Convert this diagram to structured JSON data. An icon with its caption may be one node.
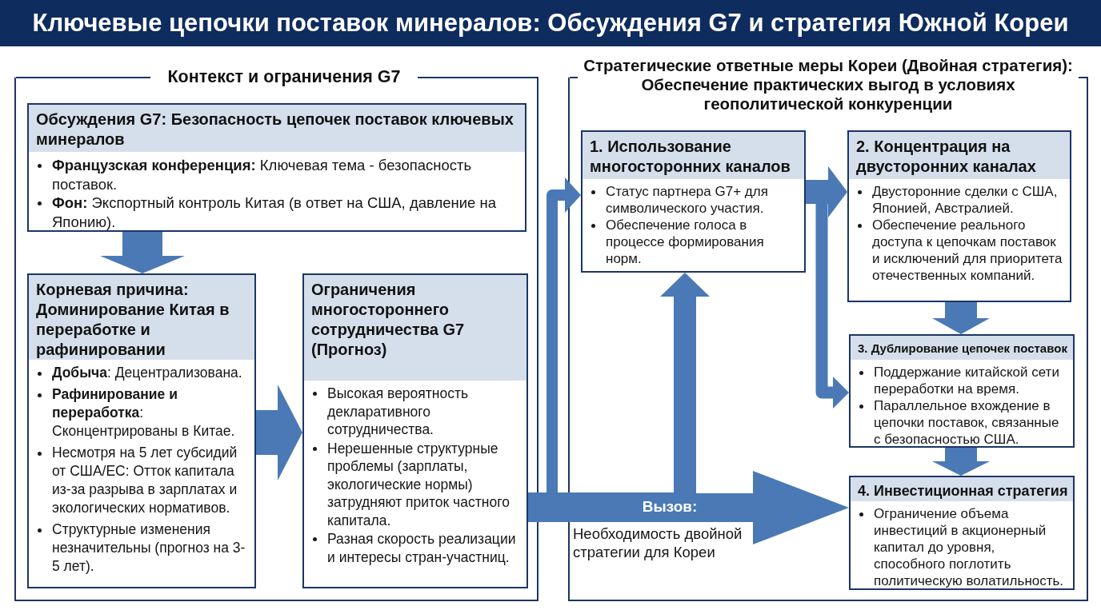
{
  "diagram": {
    "title": "Ключевые цепочки поставок минералов: Обсуждения G7 и стратегия Южной Кореи",
    "nodes": [
      {
        "text": [
          "Контекст и ограничения G7"
        ]
      },
      {
        "text": [
          "Обсуждения G7: Безопасность цепочек поставок ключевых минералов",
          "**Французская конференция:** Ключевая тема - безопасность поставок.",
          "**Фон:** Экспортный контроль Китая (в ответ на США, давление на Японию)."
        ],
        "in": 0
      },
      {
        "text": [
          "Корневая причина: Доминирование Китая в переработке и рафинировании",
          "**Добыча**: Децентрализована.",
          "**Рафинирование и переработка**: Сконцентрированы в Китае.",
          "Несмотря на 5 лет субсидий от США/ЕС: Отток капитала из-за разрыва в зарплатах и экологических нормативов.",
          "Структурные изменения незначительны (прогноз на 3-5 лет)."
        ],
        "in": 0
      },
      {
        "text": [
          "Ограничения многостороннего сотрудничества G7 (Прогноз)",
          "Высокая вероятность декларативного сотрудничества.",
          "Нерешенные структурные проблемы (зарплаты, экологические нормы) затрудняют приток частного капитала.",
          "Разная скорость реализации и интересы стран-участниц."
        ],
        "in": 0
      },
      {
        "text": [
          "Стратегические ответные меры Кореи (Двойная стратегия): Обеспечение практических выгод в условиях геополитической конкуренции"
        ]
      },
      {
        "text": [
          "1. Использование многосторонних каналов",
          "Статус партнера G7+ для символического участия.",
          "Обеспечение голоса в процессе формирования норм."
        ],
        "in": 4
      },
      {
        "text": [
          "2. Концентрация на двусторонних каналах",
          "Двусторонние сделки с США, Японией, Австралией.",
          "Обеспечение реального доступа к цепочкам поставок и исключений для приоритета отечественных компаний."
        ],
        "in": 4
      },
      {
        "text": [
          "3. Дублирование цепочек поставок",
          "Поддержание китайской сети переработки на время.",
          "Параллельное вхождение в цепочки поставок, связанные с безопасностью США."
        ],
        "in": 4
      },
      {
        "text": [
          "4. Инвестиционная стратегия",
          "Ограничение объема инвестиций в акционерный капитал до уровня, способного поглотить политическую волатильность."
        ],
        "in": 4
      }
    ],
    "edges": [
      {
        "from": 1,
        "to": 2,
        "arrow": "to"
      },
      {
        "from": 2,
        "to": 3,
        "arrow": "to"
      },
      {
        "from": 3,
        "to": 8,
        "arrow": "to",
        "label": "Вызов:"
      },
      {
        "from": 3,
        "to": 5,
        "arrow": "to"
      },
      {
        "from": 3,
        "to": 5,
        "arrow": "to"
      },
      {
        "from": 5,
        "to": 6,
        "arrow": "to"
      },
      {
        "from": 5,
        "to": 7,
        "arrow": "to"
      },
      {
        "from": 6,
        "to": 7,
        "arrow": "to"
      },
      {
        "from": 7,
        "to": 8,
        "arrow": "to"
      }
    ],
    "labels": [
      "Необходимость двойной стратегии для Кореи"
    ]
  }
}
